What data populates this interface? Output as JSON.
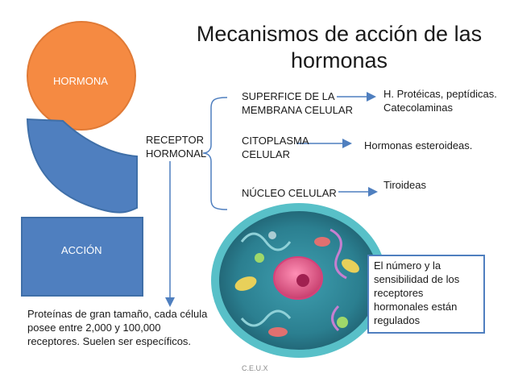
{
  "slide": {
    "title": "Mecanismos de acción de las hormonas",
    "hormona_label": "HORMONA",
    "accion_label": "ACCIÓN",
    "receptor_label": "RECEPTOR HORMONAL",
    "locations": [
      {
        "label": "SUPERFICE DE LA MEMBRANA CELULAR",
        "hormones": "H. Protéicas, peptídicas. Catecolaminas"
      },
      {
        "label": "CITOPLASMA CELULAR",
        "hormones": "Hormonas esteroideas."
      },
      {
        "label": "NÚCLEO CELULAR",
        "hormones": "Tiroideas"
      }
    ],
    "proteins_text": "Proteínas de gran tamaño, cada célula posee entre 2,000 y 100,000 receptores. Suelen ser específicos.",
    "note_box": "El número y la sensibilidad de los receptores hormonales están regulados",
    "footer": "C.E.U.X"
  },
  "colors": {
    "hormona_fill": "#f58a42",
    "receptor_shape_fill": "#4f7fbf",
    "accion_fill": "#4f7fbf",
    "arrow": "#4f7fbf",
    "cell_membrane": "#3aa7b0",
    "cell_cytoplasm": "#2b7f90",
    "nucleus": "#e05a8a"
  }
}
